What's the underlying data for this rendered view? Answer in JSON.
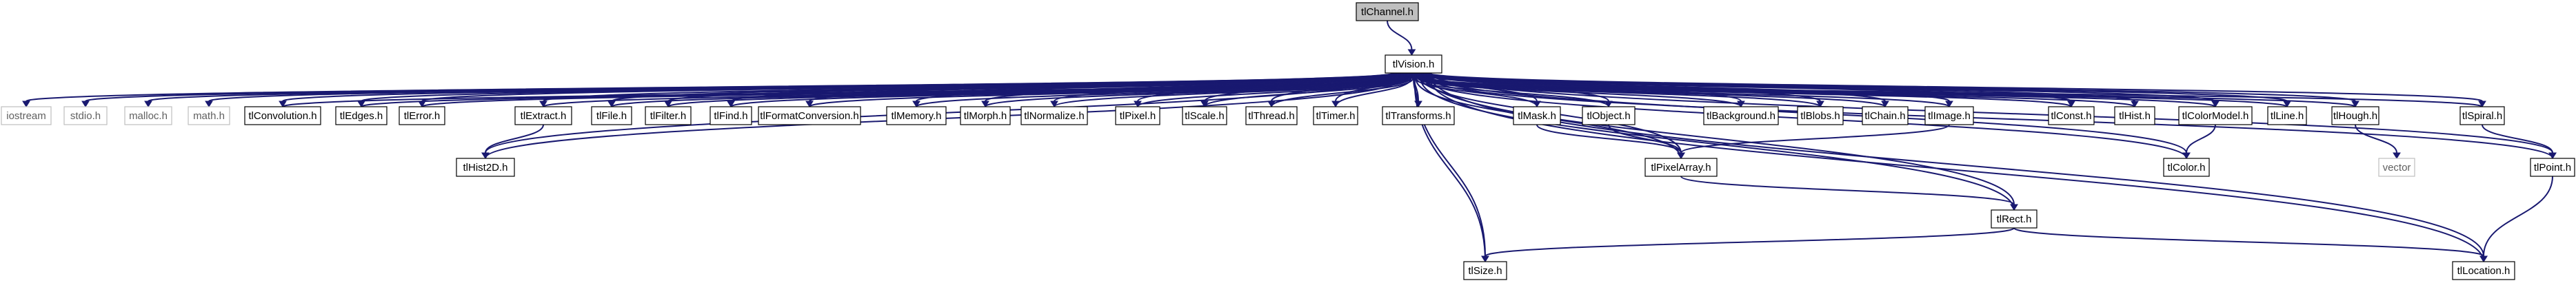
{
  "graph": {
    "nodes": [
      {
        "id": "tlChannel",
        "label": "tlChannel.h",
        "kind": "root"
      },
      {
        "id": "tlVision",
        "label": "tlVision.h",
        "kind": "file"
      },
      {
        "id": "iostream",
        "label": "iostream",
        "kind": "external"
      },
      {
        "id": "stdio",
        "label": "stdio.h",
        "kind": "external"
      },
      {
        "id": "malloc",
        "label": "malloc.h",
        "kind": "external"
      },
      {
        "id": "math",
        "label": "math.h",
        "kind": "external"
      },
      {
        "id": "tlConvolution",
        "label": "tlConvolution.h",
        "kind": "file"
      },
      {
        "id": "tlEdges",
        "label": "tlEdges.h",
        "kind": "file"
      },
      {
        "id": "tlError",
        "label": "tlError.h",
        "kind": "file"
      },
      {
        "id": "tlExtract",
        "label": "tlExtract.h",
        "kind": "file"
      },
      {
        "id": "tlFile",
        "label": "tlFile.h",
        "kind": "file"
      },
      {
        "id": "tlFilter",
        "label": "tlFilter.h",
        "kind": "file"
      },
      {
        "id": "tlFind",
        "label": "tlFind.h",
        "kind": "file"
      },
      {
        "id": "tlFormatConversion",
        "label": "tlFormatConversion.h",
        "kind": "file"
      },
      {
        "id": "tlMemory",
        "label": "tlMemory.h",
        "kind": "file"
      },
      {
        "id": "tlMorph",
        "label": "tlMorph.h",
        "kind": "file"
      },
      {
        "id": "tlNormalize",
        "label": "tlNormalize.h",
        "kind": "file"
      },
      {
        "id": "tlPixel",
        "label": "tlPixel.h",
        "kind": "file"
      },
      {
        "id": "tlScale",
        "label": "tlScale.h",
        "kind": "file"
      },
      {
        "id": "tlThread",
        "label": "tlThread.h",
        "kind": "file"
      },
      {
        "id": "tlTimer",
        "label": "tlTimer.h",
        "kind": "file"
      },
      {
        "id": "tlTransforms",
        "label": "tlTransforms.h",
        "kind": "file"
      },
      {
        "id": "tlMask",
        "label": "tlMask.h",
        "kind": "file"
      },
      {
        "id": "tlObject",
        "label": "tlObject.h",
        "kind": "file"
      },
      {
        "id": "tlBackground",
        "label": "tlBackground.h",
        "kind": "file"
      },
      {
        "id": "tlBlobs",
        "label": "tlBlobs.h",
        "kind": "file"
      },
      {
        "id": "tlChain",
        "label": "tlChain.h",
        "kind": "file"
      },
      {
        "id": "tlImage",
        "label": "tlImage.h",
        "kind": "file"
      },
      {
        "id": "tlConst",
        "label": "tlConst.h",
        "kind": "file"
      },
      {
        "id": "tlHist",
        "label": "tlHist.h",
        "kind": "file"
      },
      {
        "id": "tlColorModel",
        "label": "tlColorModel.h",
        "kind": "file"
      },
      {
        "id": "tlLine",
        "label": "tlLine.h",
        "kind": "file"
      },
      {
        "id": "tlHough",
        "label": "tlHough.h",
        "kind": "file"
      },
      {
        "id": "tlSpiral",
        "label": "tlSpiral.h",
        "kind": "file"
      },
      {
        "id": "tlHist2D",
        "label": "tlHist2D.h",
        "kind": "file"
      },
      {
        "id": "tlPixelArray",
        "label": "tlPixelArray.h",
        "kind": "file"
      },
      {
        "id": "tlColor",
        "label": "tlColor.h",
        "kind": "file"
      },
      {
        "id": "vector",
        "label": "vector",
        "kind": "external"
      },
      {
        "id": "tlPoint",
        "label": "tlPoint.h",
        "kind": "file"
      },
      {
        "id": "tlRect",
        "label": "tlRect.h",
        "kind": "file"
      },
      {
        "id": "tlSize",
        "label": "tlSize.h",
        "kind": "file"
      },
      {
        "id": "tlLocation",
        "label": "tlLocation.h",
        "kind": "file"
      }
    ],
    "edges": [
      [
        "tlChannel",
        "tlVision"
      ],
      [
        "tlVision",
        "iostream"
      ],
      [
        "tlVision",
        "stdio"
      ],
      [
        "tlVision",
        "malloc"
      ],
      [
        "tlVision",
        "math"
      ],
      [
        "tlVision",
        "tlConvolution"
      ],
      [
        "tlVision",
        "tlEdges"
      ],
      [
        "tlVision",
        "tlError"
      ],
      [
        "tlVision",
        "tlExtract"
      ],
      [
        "tlVision",
        "tlFile"
      ],
      [
        "tlVision",
        "tlFilter"
      ],
      [
        "tlVision",
        "tlFind"
      ],
      [
        "tlVision",
        "tlFormatConversion"
      ],
      [
        "tlVision",
        "tlMemory"
      ],
      [
        "tlVision",
        "tlMorph"
      ],
      [
        "tlVision",
        "tlNormalize"
      ],
      [
        "tlVision",
        "tlPixel"
      ],
      [
        "tlVision",
        "tlScale"
      ],
      [
        "tlVision",
        "tlThread"
      ],
      [
        "tlVision",
        "tlTimer"
      ],
      [
        "tlVision",
        "tlTransforms"
      ],
      [
        "tlVision",
        "tlMask"
      ],
      [
        "tlVision",
        "tlObject"
      ],
      [
        "tlVision",
        "tlBackground"
      ],
      [
        "tlVision",
        "tlBlobs"
      ],
      [
        "tlVision",
        "tlChain"
      ],
      [
        "tlVision",
        "tlImage"
      ],
      [
        "tlVision",
        "tlConst"
      ],
      [
        "tlVision",
        "tlHist"
      ],
      [
        "tlVision",
        "tlColorModel"
      ],
      [
        "tlVision",
        "tlLine"
      ],
      [
        "tlVision",
        "tlHough"
      ],
      [
        "tlVision",
        "tlSpiral"
      ],
      [
        "tlVision",
        "tlHist2D"
      ],
      [
        "tlVision",
        "tlPixelArray"
      ],
      [
        "tlVision",
        "tlColor"
      ],
      [
        "tlVision",
        "tlPoint"
      ],
      [
        "tlVision",
        "tlRect"
      ],
      [
        "tlVision",
        "tlSize"
      ],
      [
        "tlVision",
        "tlLocation"
      ],
      [
        "tlConvolution",
        "tlVision"
      ],
      [
        "tlEdges",
        "tlVision"
      ],
      [
        "tlError",
        "tlVision"
      ],
      [
        "tlExtract",
        "tlVision"
      ],
      [
        "tlFile",
        "tlVision"
      ],
      [
        "tlFilter",
        "tlVision"
      ],
      [
        "tlFind",
        "tlVision"
      ],
      [
        "tlFormatConversion",
        "tlVision"
      ],
      [
        "tlMemory",
        "tlVision"
      ],
      [
        "tlMorph",
        "tlVision"
      ],
      [
        "tlNormalize",
        "tlVision"
      ],
      [
        "tlPixel",
        "tlVision"
      ],
      [
        "tlScale",
        "tlVision"
      ],
      [
        "tlThread",
        "tlVision"
      ],
      [
        "tlTimer",
        "tlVision"
      ],
      [
        "tlTransforms",
        "tlVision"
      ],
      [
        "tlMask",
        "tlVision"
      ],
      [
        "tlObject",
        "tlVision"
      ],
      [
        "tlBackground",
        "tlVision"
      ],
      [
        "tlBlobs",
        "tlVision"
      ],
      [
        "tlChain",
        "tlVision"
      ],
      [
        "tlImage",
        "tlVision"
      ],
      [
        "tlConst",
        "tlVision"
      ],
      [
        "tlHist",
        "tlVision"
      ],
      [
        "tlColorModel",
        "tlVision"
      ],
      [
        "tlLine",
        "tlVision"
      ],
      [
        "tlHough",
        "tlVision"
      ],
      [
        "tlSpiral",
        "tlVision"
      ],
      [
        "tlHist2D",
        "tlVision"
      ],
      [
        "tlPixelArray",
        "tlVision"
      ],
      [
        "tlColor",
        "tlVision"
      ],
      [
        "tlPoint",
        "tlVision"
      ],
      [
        "tlRect",
        "tlVision"
      ],
      [
        "tlSize",
        "tlVision"
      ],
      [
        "tlLocation",
        "tlVision"
      ],
      [
        "tlExtract",
        "tlHist2D"
      ],
      [
        "tlMask",
        "tlPixelArray"
      ],
      [
        "tlObject",
        "tlPixelArray"
      ],
      [
        "tlImage",
        "tlPixelArray"
      ],
      [
        "tlPixelArray",
        "tlRect"
      ],
      [
        "tlColorModel",
        "tlColor"
      ],
      [
        "tlHough",
        "vector"
      ],
      [
        "tlSpiral",
        "tlPoint"
      ],
      [
        "tlPoint",
        "tlLocation"
      ],
      [
        "tlRect",
        "tlSize"
      ],
      [
        "tlRect",
        "tlLocation"
      ]
    ]
  }
}
